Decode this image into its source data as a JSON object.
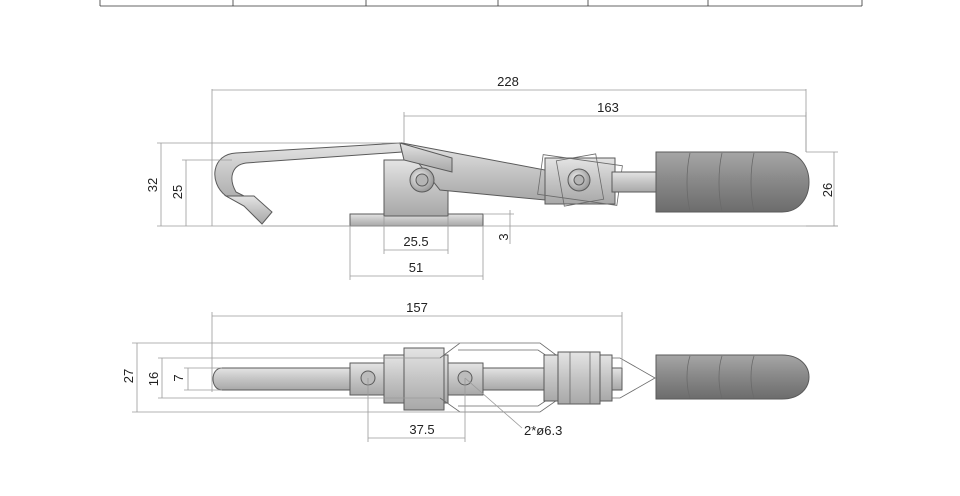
{
  "drawing": {
    "side_view": {
      "overall_length": "228",
      "handle_length": "163",
      "height_total": "32",
      "height_hook": "25",
      "handle_height": "26",
      "base_inner_width": "25.5",
      "base_outer_width": "51",
      "base_thickness": "3"
    },
    "top_view": {
      "length": "157",
      "width_total": "27",
      "width_mid": "16",
      "rod_diameter": "7",
      "hole_spacing": "37.5",
      "hole_callout": "2*ø6.3"
    },
    "colors": {
      "part_fill": "#c9c9c9",
      "handle_fill": "#8c8c8c",
      "dimension_line": "#9a9a9a",
      "text": "#222222"
    }
  }
}
